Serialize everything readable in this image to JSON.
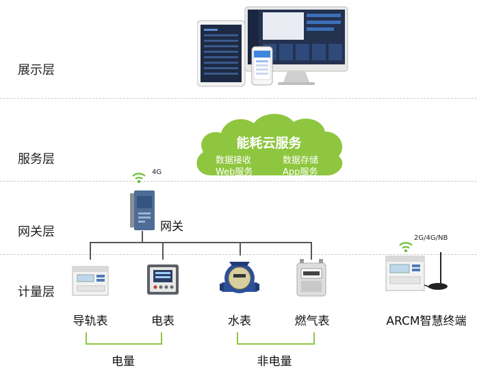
{
  "layers": {
    "display": "展示层",
    "service": "服务层",
    "gateway": "网关层",
    "metering": "计量层"
  },
  "cloud": {
    "title": "能耗云服务",
    "items": [
      "数据接收",
      "数据存储",
      "Web服务",
      "App服务"
    ]
  },
  "gateway": {
    "label": "网关",
    "signal": "4G"
  },
  "devices": [
    {
      "label": "导轨表"
    },
    {
      "label": "电表"
    },
    {
      "label": "水表"
    },
    {
      "label": "燃气表"
    }
  ],
  "terminal": {
    "label": "ARCM智慧终端",
    "signal": "2G/4G/NB"
  },
  "groups": {
    "electric": "电量",
    "non_electric": "非电量"
  },
  "colors": {
    "cloud_green": "#8ec63f",
    "wifi_green": "#6cbf3a"
  }
}
